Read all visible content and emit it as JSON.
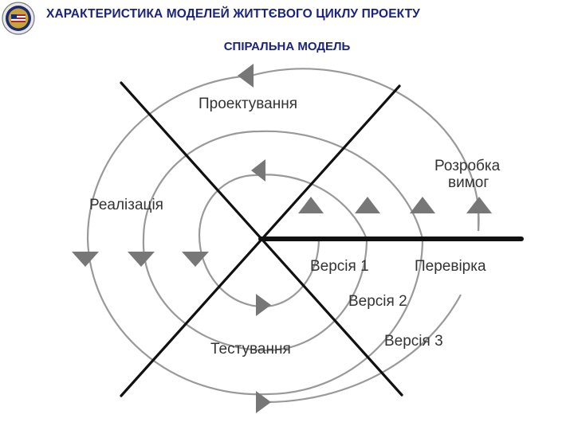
{
  "header": {
    "title": "ХАРАКТЕРИСТИКА МОДЕЛЕЙ ЖИТТЄВОГО ЦИКЛУ ПРОЕКТУ",
    "subtitle": "СПІРАЛЬНА МОДЕЛЬ"
  },
  "diagram": {
    "labels": {
      "design": "Проектування",
      "requirements_line1": "Розробка",
      "requirements_line2": "вимог",
      "implementation": "Реалізація",
      "version1": "Версія 1",
      "verification": "Перевірка",
      "version2": "Версія 2",
      "testing": "Тестування",
      "version3": "Версія 3"
    }
  },
  "colors": {
    "title": "#1a237e",
    "spiral": "#999999",
    "arrowhead": "#777777",
    "axes": "#111111",
    "label": "#333333"
  }
}
